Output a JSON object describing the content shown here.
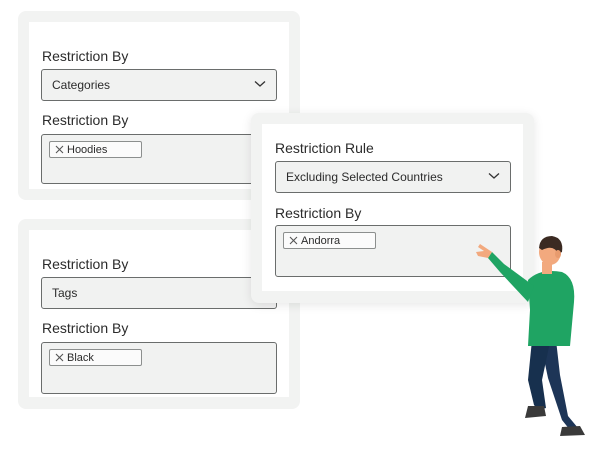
{
  "panel_a": {
    "field1_label": "Restriction By",
    "field1_value": "Categories",
    "field2_label": "Restriction By",
    "field2_tag": "Hoodies"
  },
  "panel_b": {
    "field1_label": "Restriction By",
    "field1_value": "Tags",
    "field2_label": "Restriction By",
    "field2_tag": "Black"
  },
  "panel_c": {
    "field1_label": "Restriction Rule",
    "field1_value": "Excluding Selected Countries",
    "field2_label": "Restriction By",
    "field2_tag": "Andorra"
  },
  "icons": {
    "dropdown": "chevron-down-icon",
    "remove_tag": "close-icon"
  },
  "colors": {
    "shirt": "#1fa463",
    "pants": "#1d3557",
    "skin": "#f2a97e",
    "hair": "#3b2a22",
    "shoes": "#3a3a3a"
  }
}
